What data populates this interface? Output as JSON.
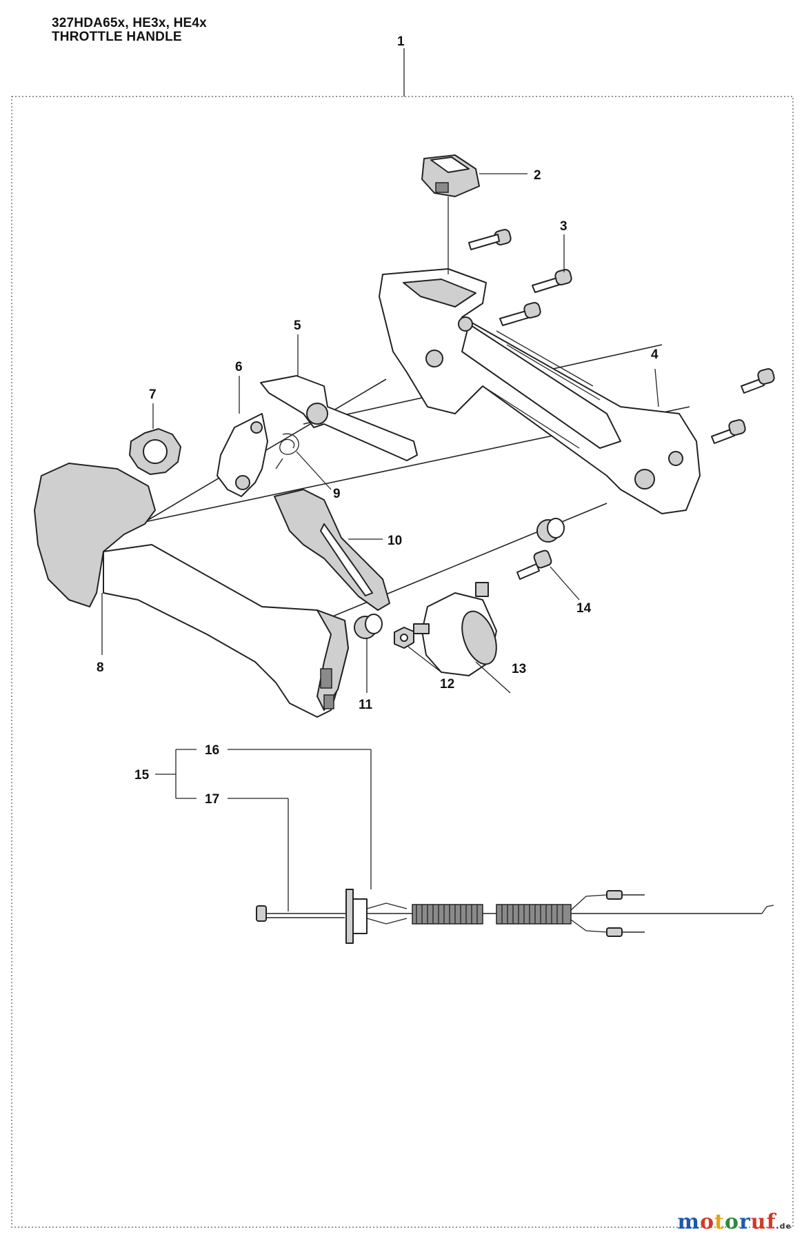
{
  "header": {
    "model": "327HDA65x, HE3x, HE4x",
    "title": "THROTTLE HANDLE"
  },
  "callouts": {
    "c1": "1",
    "c2": "2",
    "c3": "3",
    "c4": "4",
    "c5": "5",
    "c6": "6",
    "c7": "7",
    "c8": "8",
    "c9": "9",
    "c10": "10",
    "c11": "11",
    "c12": "12",
    "c13": "13",
    "c14": "14",
    "c15": "15",
    "c16": "16",
    "c17": "17"
  },
  "watermark": {
    "m": "m",
    "o": "o",
    "t": "t",
    "o2": "o",
    "r": "r",
    "uf": "uf",
    "tld": ".de"
  }
}
